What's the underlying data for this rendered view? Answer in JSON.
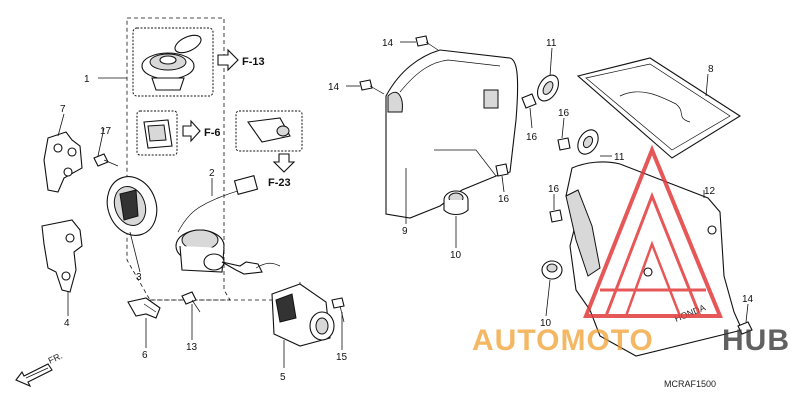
{
  "callouts": {
    "c1": "1",
    "c2": "2",
    "c3": "3",
    "c4": "4",
    "c5": "5",
    "c6": "6",
    "c7": "7",
    "c8": "8",
    "c9": "9",
    "c10a": "10",
    "c10b": "10",
    "c11a": "11",
    "c11b": "11",
    "c12": "12",
    "c13": "13",
    "c14a": "14",
    "c14b": "14",
    "c14c": "14",
    "c15": "15",
    "c16a": "16",
    "c16b": "16",
    "c16c": "16",
    "c16d": "16",
    "c17": "17"
  },
  "references": {
    "f13": "F-13",
    "f6": "F-6",
    "f23": "F-23"
  },
  "direction_label": "FR.",
  "diagram_code": "MCRAF1500",
  "watermark": {
    "text_a": "AUTOMOTO",
    "text_b": "HUB",
    "color_a": "#f0a030",
    "color_b": "#3a3a3a",
    "logo_color": "#e23a3a"
  }
}
